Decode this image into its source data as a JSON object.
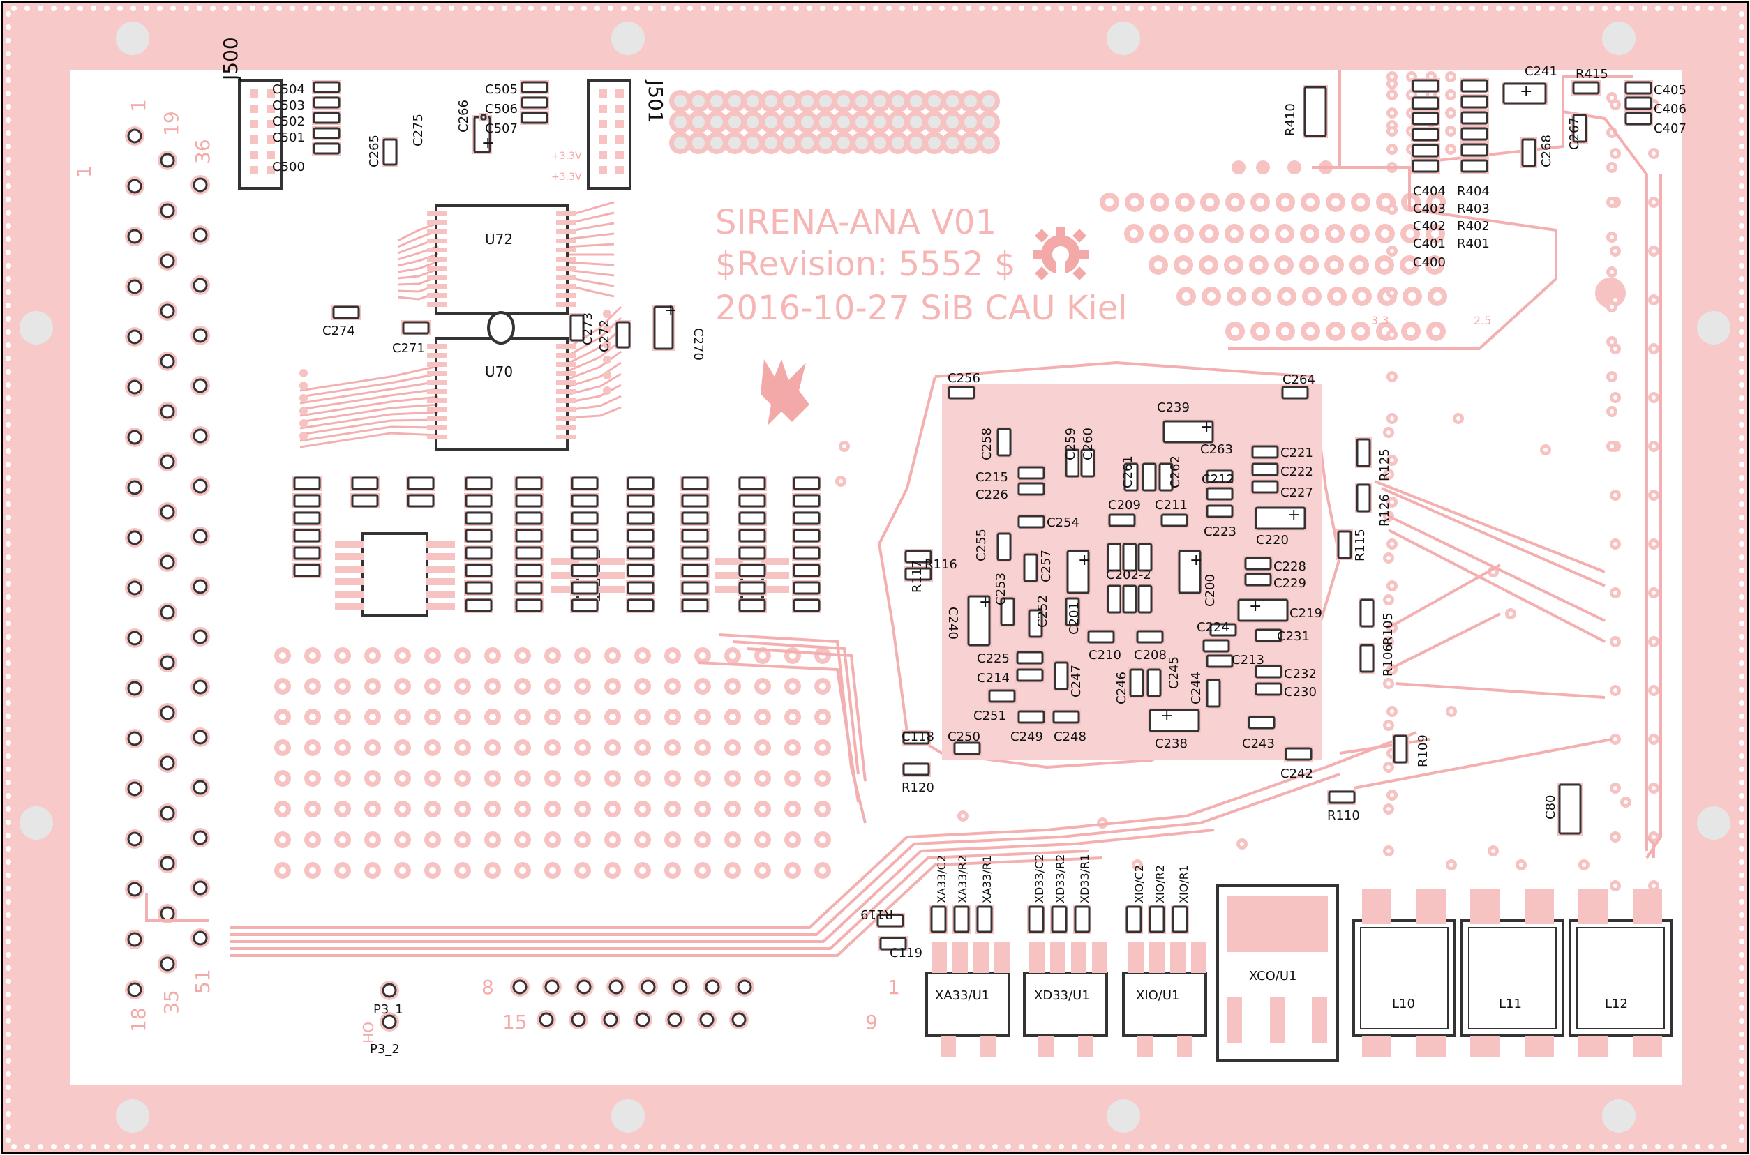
{
  "colors": {
    "board_frame": "#000000",
    "copper": "#f6c2c2",
    "copper_fill": "#f8c9c9",
    "silk_pink": "#f4a9a9",
    "outline": "#333333",
    "hole": "#ffffff"
  },
  "title_block": {
    "line1": "SIRENA-ANA V01",
    "line2": "$Revision: 5552 $",
    "line3": "2016-10-27 SiB CAU Kiel"
  },
  "connector_numbers": {
    "c1": "1",
    "c19": "19",
    "c36": "36",
    "c18": "18",
    "c35": "35",
    "c51": "51",
    "small_1": "1",
    "row_8": "8",
    "row_1": "1",
    "row_15": "15",
    "row_9": "9"
  },
  "power_labels": {
    "v33a": "+3.3V",
    "v33b": "+3.3V",
    "v33": "3.3",
    "v25": "2.5",
    "ohm": "OH"
  },
  "ref_designators": {
    "J500": "J500",
    "J501": "J501",
    "C500": "C500",
    "C501": "C501",
    "C502": "C502",
    "C503": "C503",
    "C504": "C504",
    "C505": "C505",
    "C506": "C506",
    "C507": "C507",
    "C265": "C265",
    "C275": "C275",
    "C266": "C266",
    "U72": "U72",
    "U70": "U70",
    "C274": "C274",
    "C271": "C271",
    "C273": "C273",
    "C272": "C272",
    "C270": "C270",
    "R410": "R410",
    "C241": "C241",
    "R415": "R415",
    "C405": "C405",
    "C406": "C406",
    "C407": "C407",
    "C267": "C267",
    "C268": "C268",
    "C404": "C404",
    "C403": "C403",
    "C402": "C402",
    "C401": "C401",
    "C400": "C400",
    "R404": "R404",
    "R403": "R403",
    "R402": "R402",
    "R401": "R401",
    "C256": "C256",
    "C264": "C264",
    "C239": "C239",
    "C258": "C258",
    "C259": "C259",
    "C260": "C260",
    "C263": "C263",
    "C221": "C221",
    "C222": "C222",
    "C227": "C227",
    "C212": "C212",
    "C215": "C215",
    "C226": "C226",
    "C261": "C261",
    "C262": "C262",
    "C209": "C209",
    "C211": "C211",
    "C223": "C223",
    "C220": "C220",
    "C254": "C254",
    "C255": "C255",
    "C257": "C257",
    "C253": "C253",
    "C202-2": "C202-2",
    "C200": "C200",
    "C228": "C228",
    "C229": "C229",
    "R116": "R116",
    "R117": "R117",
    "C240": "C240",
    "C252": "C252",
    "C201": "C201",
    "C224": "C224",
    "C219": "C219",
    "C231": "C231",
    "C210": "C210",
    "C208": "C208",
    "C213": "C213",
    "C225": "C225",
    "C214": "C214",
    "C247": "C247",
    "C246": "C246",
    "C245": "C245",
    "C244": "C244",
    "C232": "C232",
    "C230": "C230",
    "C251": "C251",
    "C249": "C249",
    "C248": "C248",
    "C238": "C238",
    "C243": "C243",
    "C242": "C242",
    "C118": "C118",
    "C250": "C250",
    "R120": "R120",
    "R125": "R125",
    "R126": "R126",
    "R115": "R115",
    "R105": "R105",
    "R106": "R106",
    "R109": "R109",
    "R110": "R110",
    "C80": "C80",
    "XA33_C2": "XA33/C2",
    "XA33_R2": "XA33/R2",
    "XA33_R1": "XA33/R1",
    "XD33_C2": "XD33/C2",
    "XD33_R2": "XD33/R2",
    "XD33_R1": "XD33/R1",
    "XIO_C2": "XIO/C2",
    "XIO_R2": "XIO/R2",
    "XIO_R1": "XIO/R1",
    "XA33_U1": "XA33/U1",
    "XD33_U1": "XD33/U1",
    "XIO_U1": "XIO/U1",
    "XCO_U1": "XCO/U1",
    "L10": "L10",
    "L11": "L11",
    "L12": "L12",
    "R119": "R119",
    "C119": "C119",
    "P3_1": "P3_1",
    "P3_2": "P3_2"
  }
}
